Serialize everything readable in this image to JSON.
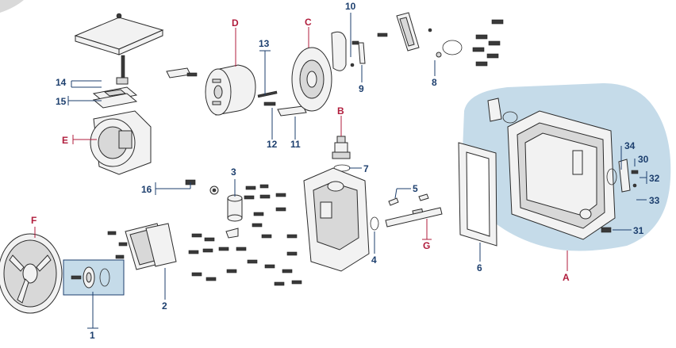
{
  "callouts": {
    "c1": "1",
    "c2": "2",
    "c3": "3",
    "c4": "4",
    "c5": "5",
    "c6": "6",
    "c7": "7",
    "c8": "8",
    "c9": "9",
    "c10": "10",
    "c11": "11",
    "c12": "12",
    "c13": "13",
    "c14": "14",
    "c15": "15",
    "c16": "16",
    "c30": "30",
    "c31": "31",
    "c32": "32",
    "c33": "33",
    "c34": "34",
    "cA": "A",
    "cB": "B",
    "cC": "C",
    "cD": "D",
    "cE": "E",
    "cF": "F",
    "cG": "G"
  },
  "colors": {
    "number_label": "#1d3f6e",
    "letter_label": "#b01c3c",
    "assembly_bubble": "#c5dbe9",
    "part_fill": "#f2f2f2",
    "outline": "#2b2b2b"
  }
}
